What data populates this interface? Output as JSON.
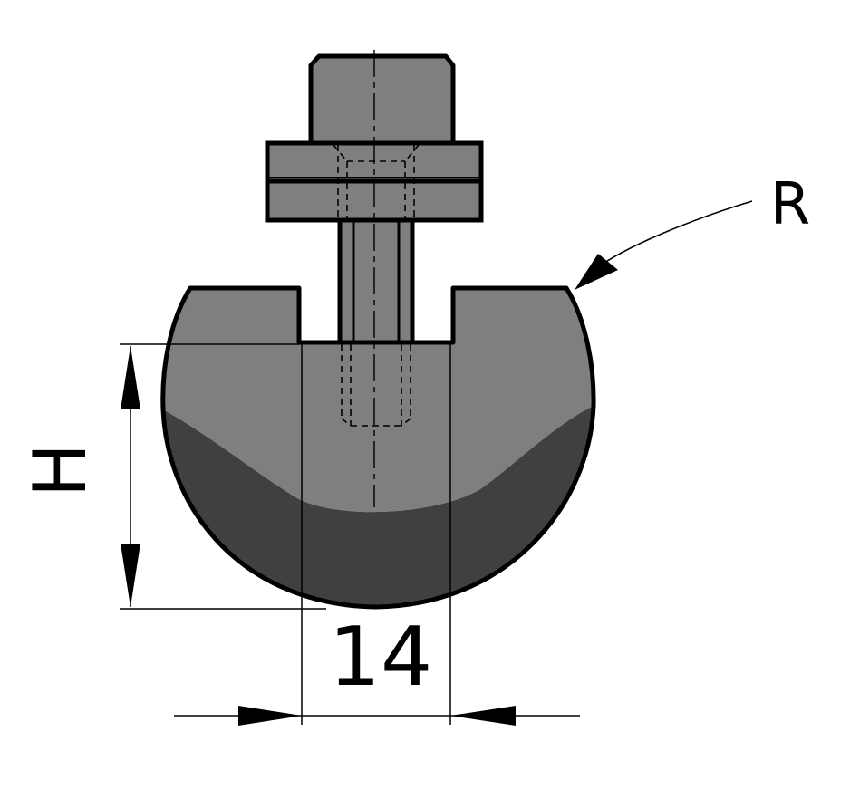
{
  "labels": {
    "radius": "R",
    "height": "H",
    "width": "14"
  },
  "colors": {
    "body_light": "#7f7f7f",
    "body_dark": "#404040",
    "outline": "#000000",
    "background": "#ffffff"
  }
}
